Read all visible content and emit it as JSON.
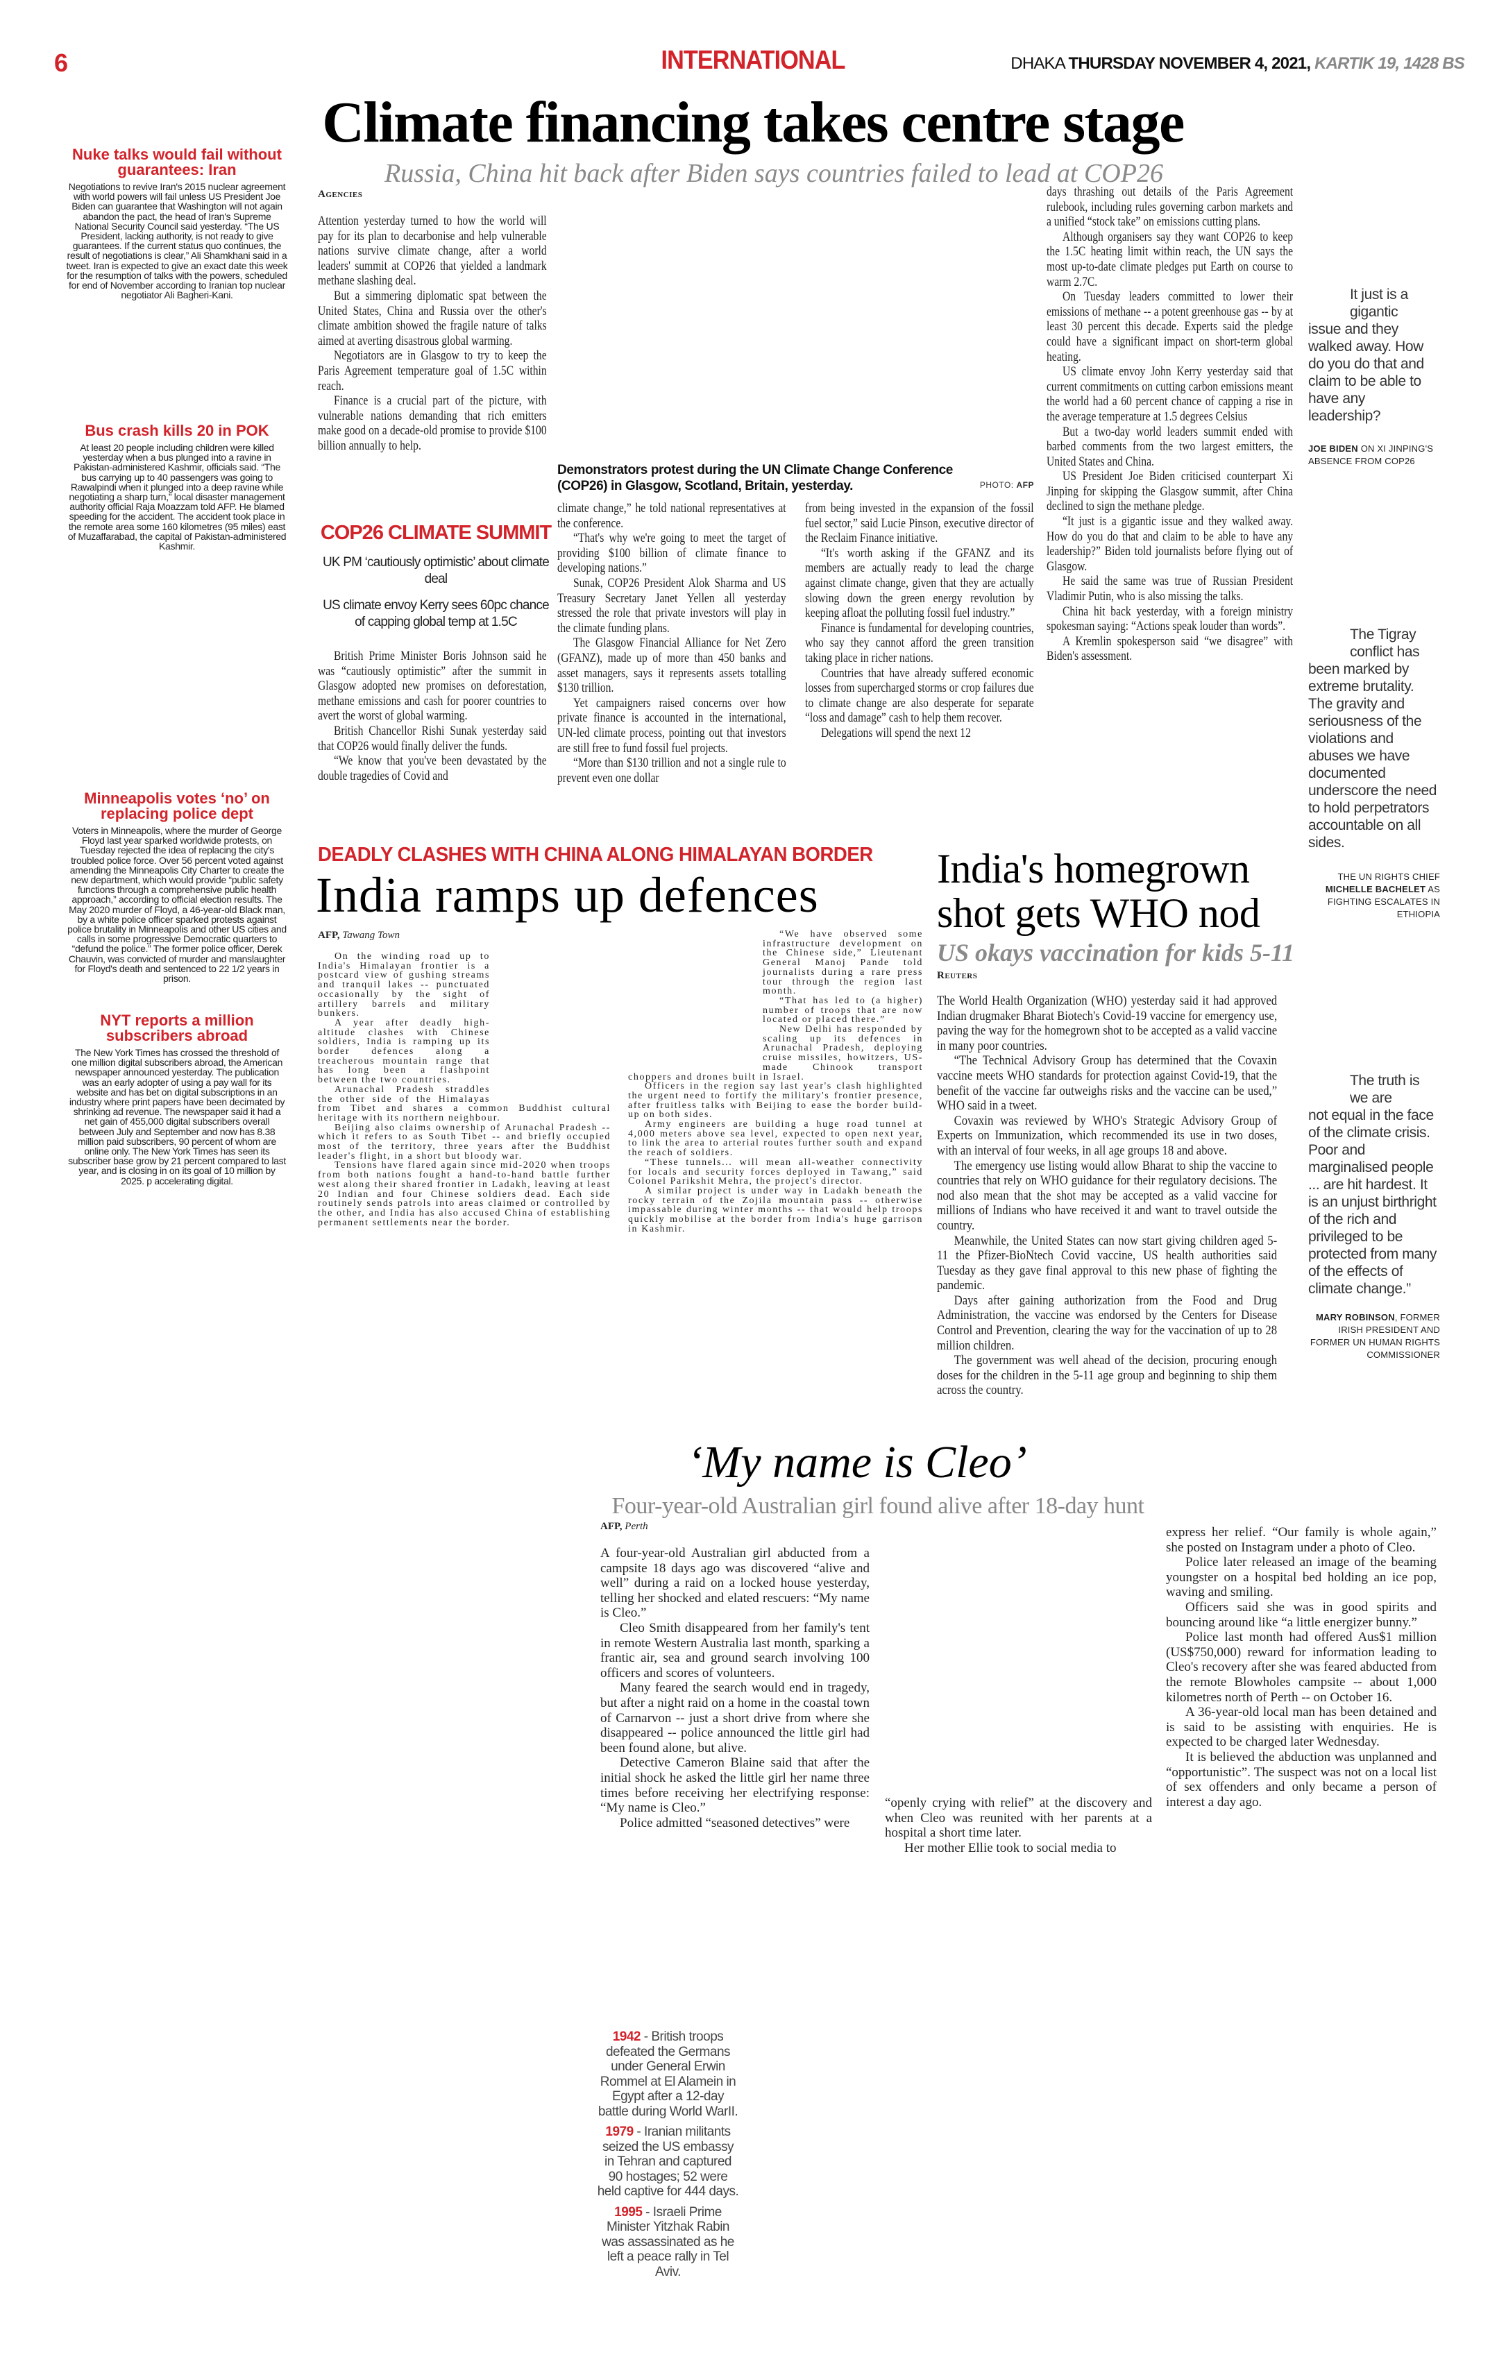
{
  "header": {
    "page_number": "6",
    "section": "INTERNATIONAL",
    "city": "DHAKA",
    "date": "THURSDAY NOVEMBER 4, 2021,",
    "bangla_date": "KARTIK 19, 1428 BS"
  },
  "briefs": [
    {
      "title": "Nuke talks would fail without guarantees: Iran",
      "body": "Negotiations to revive Iran's 2015 nuclear agreement with world powers will fail unless US President Joe Biden can guarantee that Washington will not again abandon the pact, the head of Iran's Supreme National Security Council said yesterday. “The US President, lacking authority, is not ready to give guarantees. If the current status quo continues, the result of negotiations is clear,” Ali Shamkhani said in a tweet. Iran is expected to give an exact date this week for the resumption of talks with the powers, scheduled for end of November according to Iranian top nuclear negotiator Ali Bagheri-Kani."
    },
    {
      "title": "Bus crash kills 20 in POK",
      "body": "At least 20 people including children were killed yesterday when a bus plunged into a ravine in Pakistan-administered Kashmir, officials said. “The bus carrying up to 40 passengers was going to Rawalpindi when it plunged into a deep ravine while negotiating a sharp turn,” local disaster management authority official Raja Moazzam told AFP. He blamed speeding for the accident. The accident took place in the remote area some 160 kilometres (95 miles) east of Muzaffarabad, the capital of Pakistan-administered Kashmir."
    },
    {
      "title": "Minneapolis votes ‘no’ on replacing police dept",
      "body": "Voters in Minneapolis, where the murder of George Floyd last year sparked worldwide protests, on Tuesday rejected the idea of replacing the city's troubled police force. Over 56 percent voted against amending the Minneapolis City Charter to create the new department, which would provide “public safety functions through a comprehensive public health approach,” according to official election results. The May 2020 murder of Floyd, a 46-year-old Black man, by a white police officer sparked protests against police brutality in Minneapolis and other US cities and calls in some progressive Democratic quarters to “defund the police.” The former police officer, Derek Chauvin, was convicted of murder and manslaughter for Floyd's death and sentenced to 22 1/2 years in prison."
    },
    {
      "title": "NYT reports a million subscribers abroad",
      "body": "The New York Times has crossed the threshold of one million digital subscribers abroad, the American newspaper announced yesterday. The publication was an early adopter of using a pay wall for its website and has bet on digital subscriptions in an industry where print papers have been decimated by shrinking ad revenue. The newspaper said it had a net gain of 455,000 digital subscribers overall between July and September and now has 8.38 million paid subscribers, 90 percent of whom are online only. The New York Times has seen its subscriber base grow by 21 percent compared to last year, and is closing in on its goal of 10 million by 2025. p accelerating digital."
    }
  ],
  "climate": {
    "headline": "Climate financing takes centre stage",
    "subhead": "Russia, China hit back after Biden says countries failed to lead at COP26",
    "credit": "Agencies",
    "photo_caption": "Demonstrators protest during the UN Climate Change Conference (COP26) in Glasgow, Scotland, Britain, yesterday.",
    "photo_credit_label": "PHOTO:",
    "photo_credit": "AFP",
    "factbox": {
      "title": "COP26 CLIMATE SUMMIT",
      "items": [
        "UK PM ‘cautiously optimistic’ about climate deal",
        "US climate envoy Kerry sees 60pc chance of capping global temp at 1.5C"
      ]
    },
    "col1a": [
      "Attention yesterday turned to how the world will pay for its plan to decarbonise and help vulnerable nations survive climate change, after a world leaders' summit at COP26 that yielded a landmark methane slashing deal.",
      "But a simmering diplomatic spat between the United States, China and Russia over the other's climate ambition showed the fragile nature of talks aimed at averting disastrous global warming.",
      "Negotiators are in Glasgow to try to keep the Paris Agreement temperature goal of 1.5C within reach.",
      "Finance is a crucial part of the picture, with vulnerable nations demanding that rich emitters make good on a decade-old promise to provide $100 billion annually to help."
    ],
    "col1b": [
      "British Prime Minister Boris Johnson said he was “cautiously optimistic” after the summit in Glasgow adopted new promises on deforestation, methane emissions and cash for poorer countries to avert the worst of global warming.",
      "British Chancellor Rishi Sunak yesterday said that COP26 would finally deliver the funds.",
      "“We know that you've been devastated by the double tragedies of Covid and"
    ],
    "col2": [
      "climate change,” he told national representatives at the conference.",
      "“That's why we're going to meet the target of providing $100 billion of climate finance to developing nations.”",
      "Sunak, COP26 President Alok Sharma and US Treasury Secretary Janet Yellen all yesterday stressed the role that private investors will play in the climate funding plans.",
      "The Glasgow Financial Alliance for Net Zero (GFANZ), made up of more than 450 banks and asset managers, says it represents assets totalling $130 trillion.",
      "Yet campaigners raised concerns over how private finance is accounted in the international, UN-led climate process, pointing out that investors are still free to fund fossil fuel projects.",
      "“More than $130 trillion and not a single rule to prevent even one dollar"
    ],
    "col3": [
      "from being invested in the expansion of the fossil fuel sector,” said Lucie Pinson, executive director of the Reclaim Finance initiative.",
      "“It's worth asking if the GFANZ and its members are actually ready to lead the charge against climate change, given that they are actually slowing down the green energy revolution by keeping afloat the polluting fossil fuel industry.”",
      "Finance is fundamental for developing countries, who say they cannot afford the green transition taking place in richer nations.",
      "Countries that have already suffered economic losses from supercharged storms or crop failures due to climate change are also desperate for separate “loss and damage” cash to help them recover.",
      "Delegations will spend the next 12"
    ],
    "col4": [
      "days thrashing out details of the Paris Agreement rulebook, including rules governing carbon markets and a unified “stock take” on emissions cutting plans.",
      "Although organisers say they want COP26 to keep the 1.5C heating limit within reach, the UN says the most up-to-date climate pledges put Earth on course to warm 2.7C.",
      "On Tuesday leaders committed to lower their emissions of methane -- a potent greenhouse gas -- by at least 30 percent this decade. Experts said the pledge could have a significant impact on short-term global heating.",
      "US climate envoy John Kerry yesterday said that current commitments on cutting carbon emissions meant the world had a 60 percent chance of capping a rise in the average temperature at 1.5 degrees Celsius",
      "But a two-day world leaders summit ended with barbed comments from the two largest emitters, the United States and China.",
      "US President Joe Biden criticised counterpart Xi Jinping for skipping the Glasgow summit, after China declined to sign the methane pledge.",
      "“It just is a gigantic issue and they walked away. How do you do that and claim to be able to have any leadership?” Biden told journalists before flying out of Glasgow.",
      "He said the same was true of Russian President Vladimir Putin, who is also missing the talks.",
      "China hit back yesterday, with a foreign ministry spokesman saying: “Actions speak louder than words”.",
      "A Kremlin spokesperson said “we disagree” with Biden's assessment."
    ]
  },
  "quotes": [
    {
      "lead": "It just is a gigantic",
      "text": "issue and they walked away. How do you do that and claim to be able to have any leadership?",
      "name": "JOE BIDEN",
      "role": "ON XI JINPING'S ABSENCE FROM COP26"
    },
    {
      "lead": "The Tigray conflict has",
      "text": "been marked by extreme brutality. The gravity and seriousness of the violations and abuses we have documented underscore the need to hold perpetrators accountable on all sides.",
      "prefix": "THE UN RIGHTS CHIEF",
      "name": "MICHELLE BACHELET",
      "role": "AS FIGHTING ESCALATES IN ETHIOPIA"
    },
    {
      "lead": "The truth is we are",
      "text": "not equal in the face of the climate crisis. Poor and marginalised people ... are hit hardest. It is an unjust birthright of the rich and privileged to be protected from many of the effects of climate change.”",
      "name": "MARY ROBINSON",
      "role": ", FORMER IRISH PRESIDENT AND FORMER UN HUMAN RIGHTS COMMISSIONER"
    }
  ],
  "india": {
    "kicker": "DEADLY CLASHES WITH CHINA ALONG HIMALAYAN BORDER",
    "headline": "India ramps up defences",
    "agency": "AFP,",
    "place": "Tawang Town",
    "col1": [
      "On the winding road up to India's Himalayan frontier is a postcard view of gushing streams and tranquil lakes -- punctuated occasionally by the sight of artillery barrels and military bunkers.",
      "A year after deadly high-altitude clashes with Chinese soldiers, India is ramping up its border defences along a treacherous mountain range that has long been a flashpoint between the two countries.",
      "Arunachal Pradesh straddles the other side of the Himalayas from Tibet and shares a common Buddhist cultural heritage with its northern neighbour.",
      "Beijing also claims ownership of Arunachal Pradesh -- which it refers to as South Tibet -- and briefly occupied most of the territory, three years after the Buddhist leader's flight, in a short but bloody war.",
      "Tensions have flared again since mid-2020 when troops from both nations fought a hand-to-hand battle further west along their shared frontier in Ladakh, leaving at least 20 Indian and four Chinese soldiers dead. Each side routinely sends patrols into areas claimed or controlled by the other, and India has also accused China of establishing permanent settlements near the border."
    ],
    "col2": [
      "“We have observed some infrastructure development on the Chinese side,” Lieutenant General Manoj Pande told journalists during a rare press tour through the region last month.",
      "“That has led to (a higher) number of troops that are now located or placed there.”",
      "New Delhi has responded by scaling up its defences in Arunachal Pradesh, deploying cruise missiles, howitzers, US-made Chinook transport choppers and drones built in Israel.",
      "Officers in the region say last year's clash highlighted the urgent need to fortify the military's frontier presence, after fruitless talks with Beijing to ease the border build-up on both sides.",
      "Army engineers are building a huge road tunnel at 4,000 meters above sea level, expected to open next year, to link the area to arterial routes further south and expand the reach of soldiers.",
      "“These tunnels... will mean all-weather connectivity for locals and security forces deployed in Tawang,” said Colonel Parikshit Mehra, the project's director.",
      "A similar project is under way in Ladakh beneath the rocky terrain of the Zojila mountain pass -- otherwise impassable during winter months -- that would help troops quickly mobilise at the border from India's huge garrison in Kashmir."
    ]
  },
  "who": {
    "headline": "India's homegrown shot gets WHO nod",
    "subhead": "US okays vaccination for kids 5-11",
    "credit": "Reuters",
    "body": [
      "The World Health Organization (WHO) yesterday said it had approved Indian drugmaker Bharat Biotech's Covid-19 vaccine for emergency use, paving the way for the homegrown shot to be accepted as a valid vaccine in many poor countries.",
      "“The Technical Advisory Group has determined that the Covaxin vaccine meets WHO standards for protection against Covid-19, that the benefit of the vaccine far outweighs risks and the vaccine can be used,” WHO said in a tweet.",
      "Covaxin was reviewed by WHO's Strategic Advisory Group of Experts on Immunization, which recommended its use in two doses, with an interval of four weeks, in all age groups 18 and above.",
      "The emergency use listing would allow Bharat to ship the vaccine to countries that rely on WHO guidance for their regulatory decisions. The nod also mean that the shot may be accepted as a valid vaccine for millions of Indians who have received it and want to travel outside the country.",
      "Meanwhile, the United States can now start giving children aged 5-11 the Pfizer-BioNtech Covid vaccine, US health authorities said Tuesday as they gave final approval to this new phase of fighting the pandemic.",
      "Days after gaining authorization from the Food and Drug Administration, the vaccine was endorsed by the Centers for Disease Control and Prevention, clearing the way for the vaccination of up to 28 million children.",
      "The government was well ahead of the decision, procuring enough doses for the children in the 5-11 age group and beginning to ship them across the country."
    ]
  },
  "cleo": {
    "headline": "‘My name is Cleo’",
    "subhead": "Four-year-old Australian girl found alive after 18-day hunt",
    "agency": "AFP,",
    "place": "Perth",
    "col1": [
      "A four-year-old Australian girl abducted from a campsite 18 days ago was discovered “alive and well” during a raid on a locked house yesterday, telling her shocked and elated rescuers: “My name is Cleo.”",
      "Cleo Smith disappeared from her family's tent in remote Western Australia last month, sparking a frantic air, sea and ground search involving 100 officers and scores of volunteers.",
      "Many feared the search would end in tragedy, but after a night raid on a home in the coastal town of Carnarvon -- just a short drive from where she disappeared -- police announced the little girl had been found alone, but alive.",
      "Detective Cameron Blaine said that after the initial shock he asked the little girl her name three times before receiving her electrifying response: “My name is Cleo.”",
      "Police admitted “seasoned detectives” were"
    ],
    "col2": [
      "“openly crying with relief” at the discovery and when Cleo was reunited with her parents at a hospital a short time later.",
      "Her mother Ellie took to social media to"
    ],
    "col3": [
      "express her relief. “Our family is whole again,” she posted on Instagram under a photo of Cleo.",
      "Police later released an image of the beaming youngster on a hospital bed holding an ice pop, waving and smiling.",
      "Officers said she was in good spirits and bouncing around like “a little energizer bunny.”",
      "Police last month had offered Aus$1 million (US$750,000) reward for information leading to Cleo's recovery after she was feared abducted from the remote Blowholes campsite -- about 1,000 kilometres north of Perth -- on October 16.",
      "A 36-year-old local man has been detained and is said to be assisting with enquiries. He is expected to be charged later Wednesday.",
      "It is believed the abduction was unplanned and “opportunistic”. The suspect was not on a local list of sex offenders and only became a person of interest a day ago."
    ]
  },
  "on_this_day": [
    {
      "year": "1942",
      "text": " - British troops defeated the Germans under General Erwin Rommel at El Alamein in Egypt after a 12-day battle during World WarII."
    },
    {
      "year": "1979",
      "text": " - Iranian militants seized the US embassy in Tehran and captured 90 hostages; 52 were held captive for 444 days."
    },
    {
      "year": "1995",
      "text": " - Israeli Prime Minister Yitzhak Rabin was assassinated as he left a peace rally in Tel Aviv."
    }
  ],
  "colors": {
    "accent_red": "#d2232a",
    "subhead_gray": "#8a8a8a"
  }
}
